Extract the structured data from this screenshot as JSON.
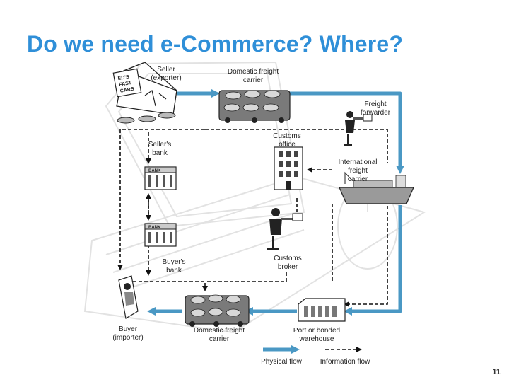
{
  "slide": {
    "title": "Do we need e-Commerce? Where?",
    "page_number": "11"
  },
  "nodes": {
    "seller": [
      "Seller",
      "(exporter)"
    ],
    "seller_sign": [
      "ED'S",
      "FAST",
      "CARS"
    ],
    "domestic_carrier_top": [
      "Domestic freight",
      "carrier"
    ],
    "freight_forwarder": [
      "Freight",
      "forwarder"
    ],
    "sellers_bank": [
      "Seller's",
      "bank"
    ],
    "customs_office": [
      "Customs",
      "office"
    ],
    "international_carrier": [
      "International",
      "freight",
      "carrier"
    ],
    "buyers_bank": [
      "Buyer's",
      "bank"
    ],
    "customs_broker": [
      "Customs",
      "broker"
    ],
    "buyer": [
      "Buyer",
      "(importer)"
    ],
    "domestic_carrier_bottom": [
      "Domestic freight",
      "carrier"
    ],
    "port": [
      "Port or bonded",
      "warehouse"
    ],
    "bank_sign": "BANK"
  },
  "legend": {
    "physical": "Physical flow",
    "information": "Information flow"
  },
  "colors": {
    "title": "#2f8fd8",
    "physical_flow": "#4a98c4",
    "information_flow": "#111111",
    "background_art": "#e4e4e4"
  }
}
